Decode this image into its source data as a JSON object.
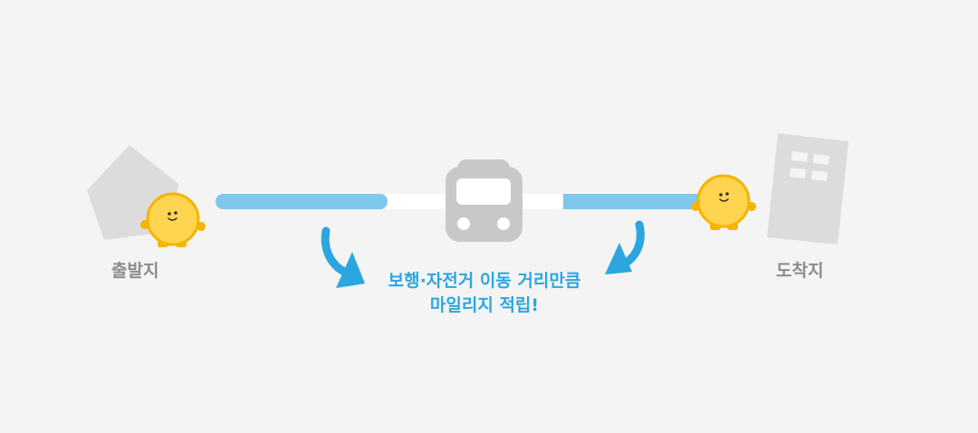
{
  "labels": {
    "origin": "출발지",
    "destination": "도착지"
  },
  "caption": {
    "line1": "보행·자전거 이동 거리만큼",
    "line2": "마일리지 적립!"
  },
  "icons": {
    "origin": "house-icon",
    "destination": "building-icon",
    "vehicle": "bus-icon",
    "character": "smiley-mascot-icon",
    "arrow": "curved-arrow-icon"
  },
  "colors": {
    "background": "#f4f4f4",
    "route_walk": "#7ec8ec",
    "route_transit": "#ffffff",
    "mascot_fill": "#ffd54f",
    "mascot_outline": "#f5b400",
    "vehicle": "#c8c8c8",
    "landmark": "#dcdcdc",
    "accent": "#2ba6e0",
    "label": "#8c8c8c"
  }
}
